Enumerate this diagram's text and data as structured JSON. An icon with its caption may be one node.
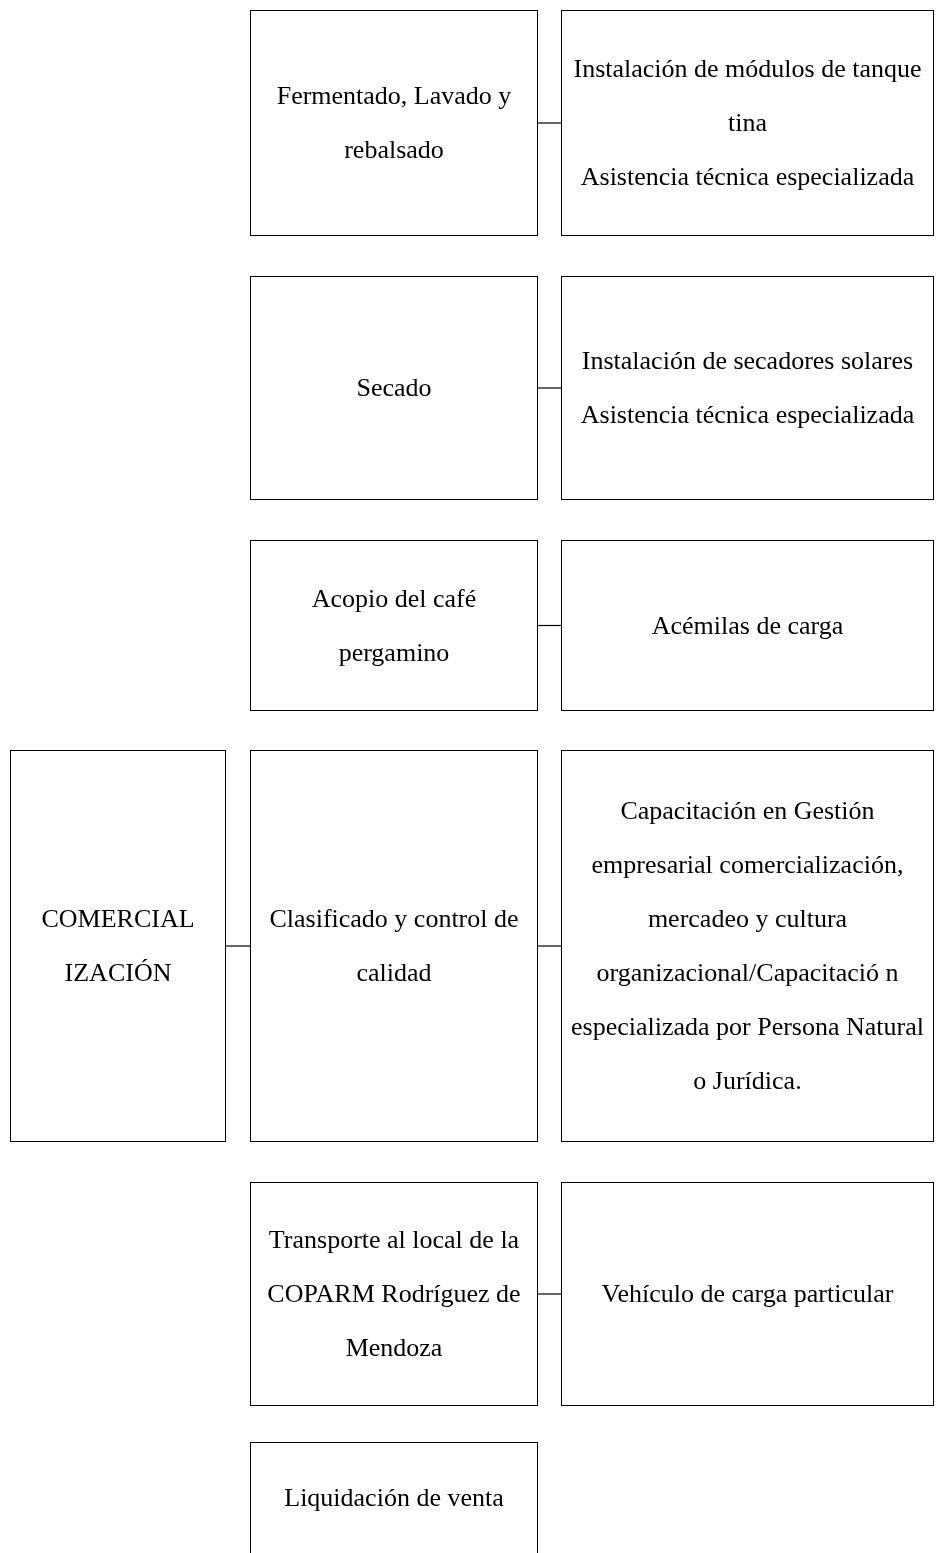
{
  "diagram": {
    "nodes": [
      {
        "text": [
          "Fermentado, Lavado y rebalsado"
        ]
      },
      {
        "text": [
          "Instalación de módulos de tanque tina",
          "Asistencia técnica especializada"
        ]
      },
      {
        "text": [
          "Secado"
        ]
      },
      {
        "text": [
          "Instalación de secadores solares",
          "Asistencia técnica especializada"
        ]
      },
      {
        "text": [
          "Acopio del café pergamino"
        ]
      },
      {
        "text": [
          "Acémilas de carga"
        ]
      },
      {
        "text": [
          "COMERCIAL IZACIÓN"
        ]
      },
      {
        "text": [
          "Clasificado y control de calidad"
        ]
      },
      {
        "text": [
          "Capacitación en Gestión empresarial comercialización, mercadeo y cultura organizacional/Capacitació n especializada por Persona Natural o Jurídica."
        ]
      },
      {
        "text": [
          "Transporte al local de la COPARM Rodríguez de Mendoza"
        ]
      },
      {
        "text": [
          "Vehículo de carga particular"
        ]
      },
      {
        "text": [
          "Liquidación de venta"
        ]
      }
    ],
    "edges": [
      {
        "from": 0,
        "to": 1,
        "arrow": "none"
      },
      {
        "from": 2,
        "to": 3,
        "arrow": "none"
      },
      {
        "from": 4,
        "to": 5,
        "arrow": "none"
      },
      {
        "from": 6,
        "to": 7,
        "arrow": "none"
      },
      {
        "from": 7,
        "to": 8,
        "arrow": "none"
      },
      {
        "from": 9,
        "to": 10,
        "arrow": "none"
      }
    ]
  }
}
